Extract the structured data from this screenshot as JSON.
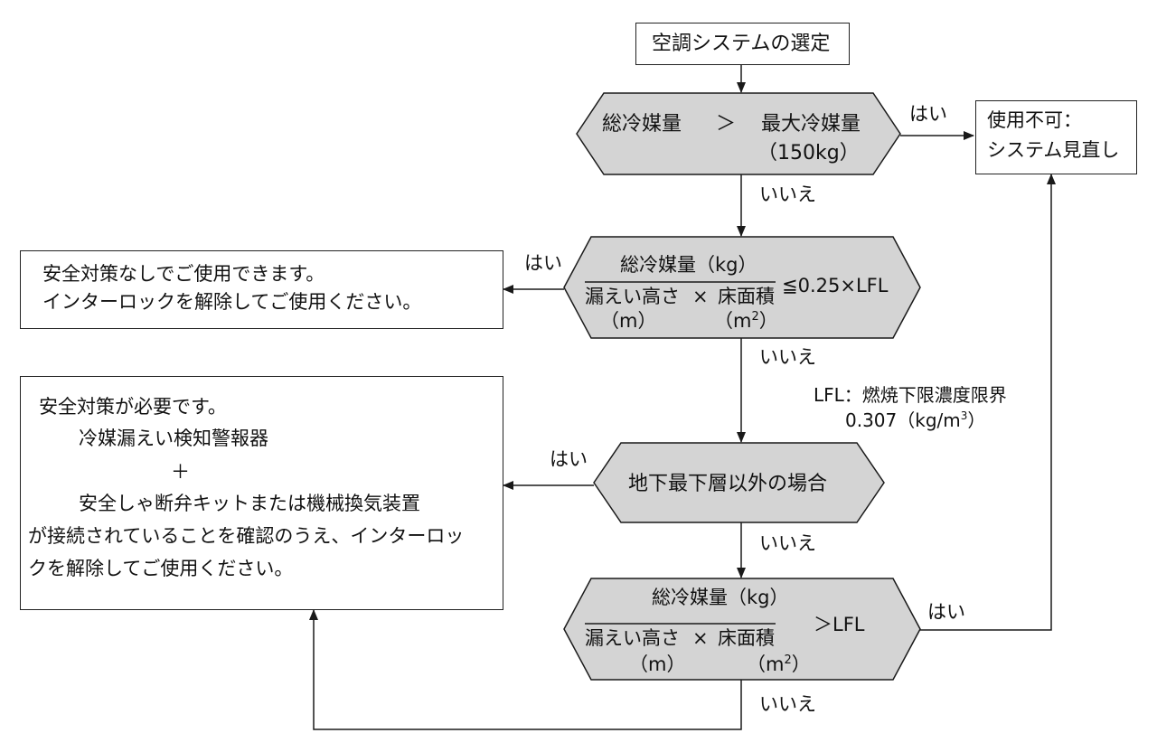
{
  "colors": {
    "decision_fill": "#d4d4d4",
    "stroke": "#1a1a1a",
    "box_fill": "#ffffff"
  },
  "start": {
    "label": "空調システムの選定"
  },
  "d1": {
    "left": "総冷媒量",
    "op": "＞",
    "right": "最大冷媒量",
    "right_sub": "（150kg）"
  },
  "d2": {
    "num": "総冷媒量（kg）",
    "den_left": "漏えい高さ",
    "times": "×",
    "den_right": "床面積",
    "unit_left": "（m）",
    "unit_right": "（m",
    "unit_right_sup": "2",
    "unit_right_close": "）",
    "rhs": "≦0.25×LFL"
  },
  "d3": {
    "label": "地下最下層以外の場合"
  },
  "d4": {
    "num": "総冷媒量（kg）",
    "den_left": "漏えい高さ",
    "times": "×",
    "den_right": "床面積",
    "unit_left": "（m）",
    "unit_right": "（m",
    "unit_right_sup": "2",
    "unit_right_close": "）",
    "rhs": "＞LFL"
  },
  "result_unusable": {
    "line1": "使用不可：",
    "line2": "システム見直し"
  },
  "result_safe": {
    "line1": "安全対策なしでご使用できます。",
    "line2": "インターロックを解除してご使用ください。"
  },
  "result_measures": {
    "line1": "安全対策が必要です。",
    "line2": "冷媒漏えい検知警報器",
    "line3": "＋",
    "line4": "安全しゃ断弁キットまたは機械換気装置",
    "line5": "が接続されていることを確認のうえ、インターロッ",
    "line6": "クを解除してご使用ください。"
  },
  "lfl_note": {
    "line1": "LFL：燃焼下限濃度限界",
    "line2": "0.307（kg/m",
    "line2_sup": "3",
    "line2_close": "）"
  },
  "edge_labels": {
    "yes": "はい",
    "no": "いいえ"
  }
}
